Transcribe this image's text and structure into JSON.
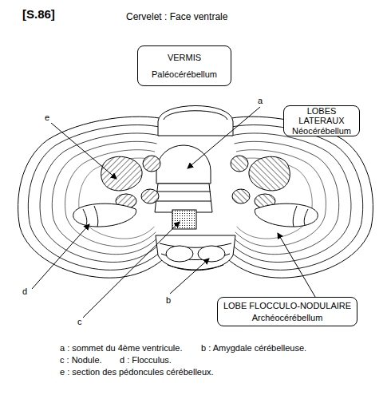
{
  "diagram": {
    "title": "Cervelet : Face ventrale",
    "nodes": [
      {
        "text": [
          "VERMIS",
          "Paléocérébellum"
        ]
      },
      {
        "text": [
          "LOBES LATERAUX",
          "Néocérébellum"
        ]
      },
      {
        "text": [
          "LOBE FLOCCULO-NODULAIRE",
          "Archéocérébellum"
        ]
      }
    ],
    "labels": [
      "[S.86]",
      "a",
      "e",
      "d",
      "c",
      "b",
      "a : sommet du 4ème ventricule.",
      "b : Amygdale cérébelleuse.",
      "c : Nodule.",
      "d : Flocculus.",
      "e : section des pédoncules cérébelleux."
    ]
  }
}
